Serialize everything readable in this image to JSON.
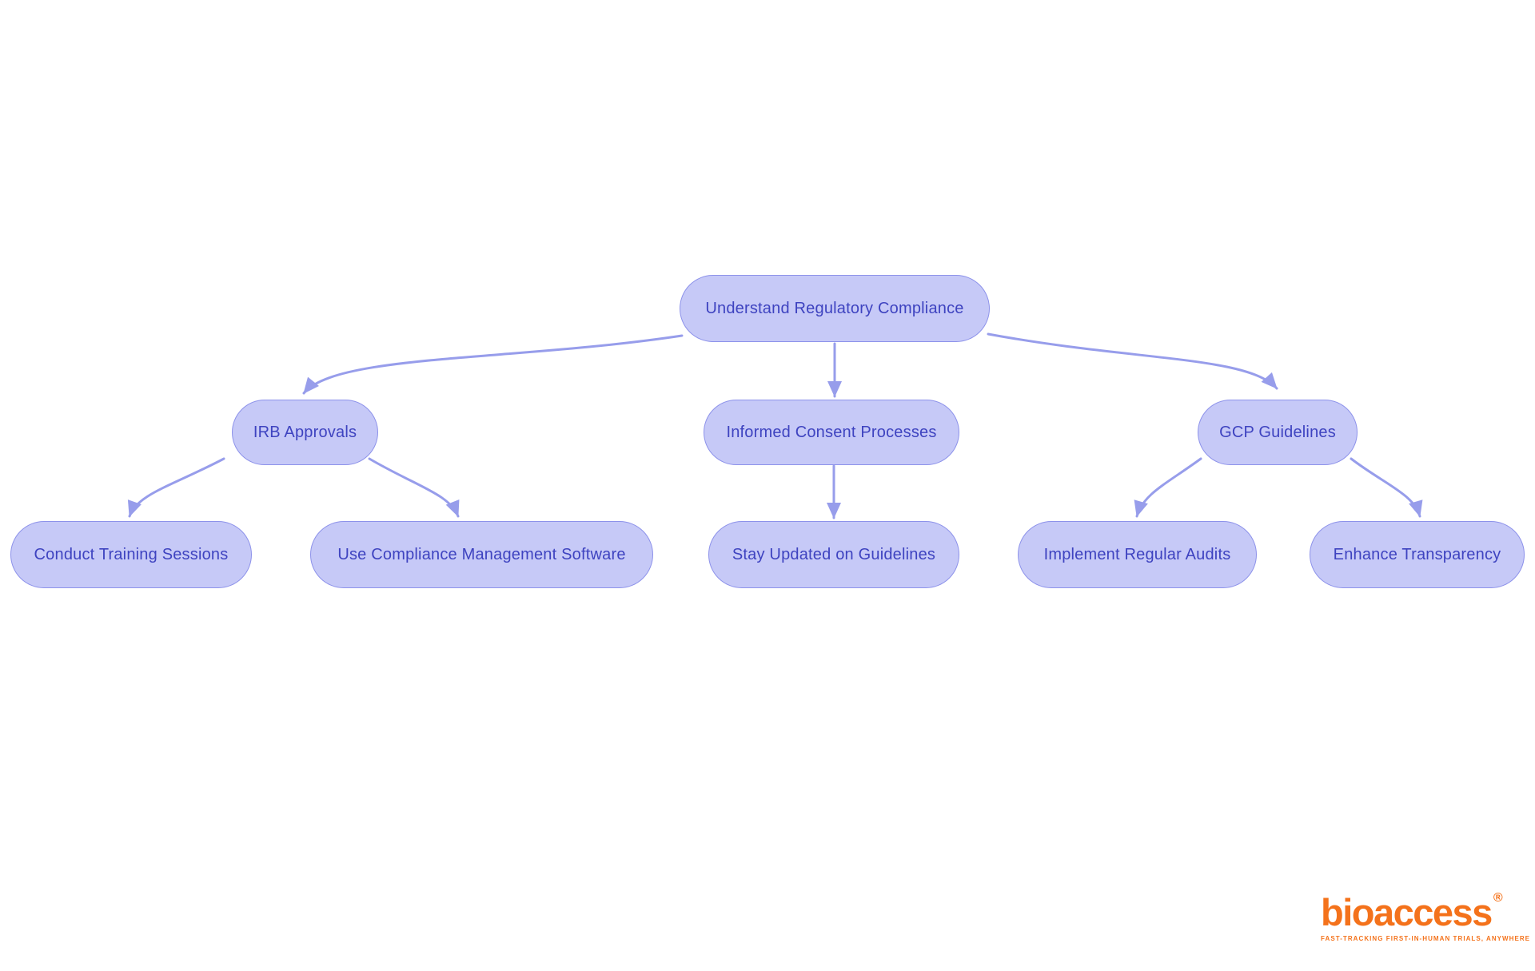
{
  "diagram": {
    "title_hint": "Regulatory compliance flowchart",
    "colors": {
      "node_fill": "#c6c9f7",
      "node_border": "#8d92ea",
      "node_text": "#3e43c0",
      "edge": "#979deb",
      "background": "#ffffff"
    },
    "nodes": {
      "root": {
        "label": "Understand Regulatory Compliance"
      },
      "irb": {
        "label": "IRB Approvals"
      },
      "consent": {
        "label": "Informed Consent Processes"
      },
      "gcp": {
        "label": "GCP Guidelines"
      },
      "training": {
        "label": "Conduct Training Sessions"
      },
      "software": {
        "label": "Use Compliance Management Software"
      },
      "updated": {
        "label": "Stay Updated on Guidelines"
      },
      "audits": {
        "label": "Implement Regular Audits"
      },
      "transparency": {
        "label": "Enhance Transparency"
      }
    },
    "edges": [
      {
        "from": "Understand Regulatory Compliance",
        "to": "IRB Approvals"
      },
      {
        "from": "Understand Regulatory Compliance",
        "to": "Informed Consent Processes"
      },
      {
        "from": "Understand Regulatory Compliance",
        "to": "GCP Guidelines"
      },
      {
        "from": "IRB Approvals",
        "to": "Conduct Training Sessions"
      },
      {
        "from": "IRB Approvals",
        "to": "Use Compliance Management Software"
      },
      {
        "from": "Informed Consent Processes",
        "to": "Stay Updated on Guidelines"
      },
      {
        "from": "GCP Guidelines",
        "to": "Implement Regular Audits"
      },
      {
        "from": "GCP Guidelines",
        "to": "Enhance Transparency"
      }
    ]
  },
  "logo": {
    "brand": "bioaccess",
    "registered_mark": "®",
    "tagline": "FAST-TRACKING FIRST-IN-HUMAN TRIALS, ANYWHERE",
    "color": "#f4721b"
  }
}
